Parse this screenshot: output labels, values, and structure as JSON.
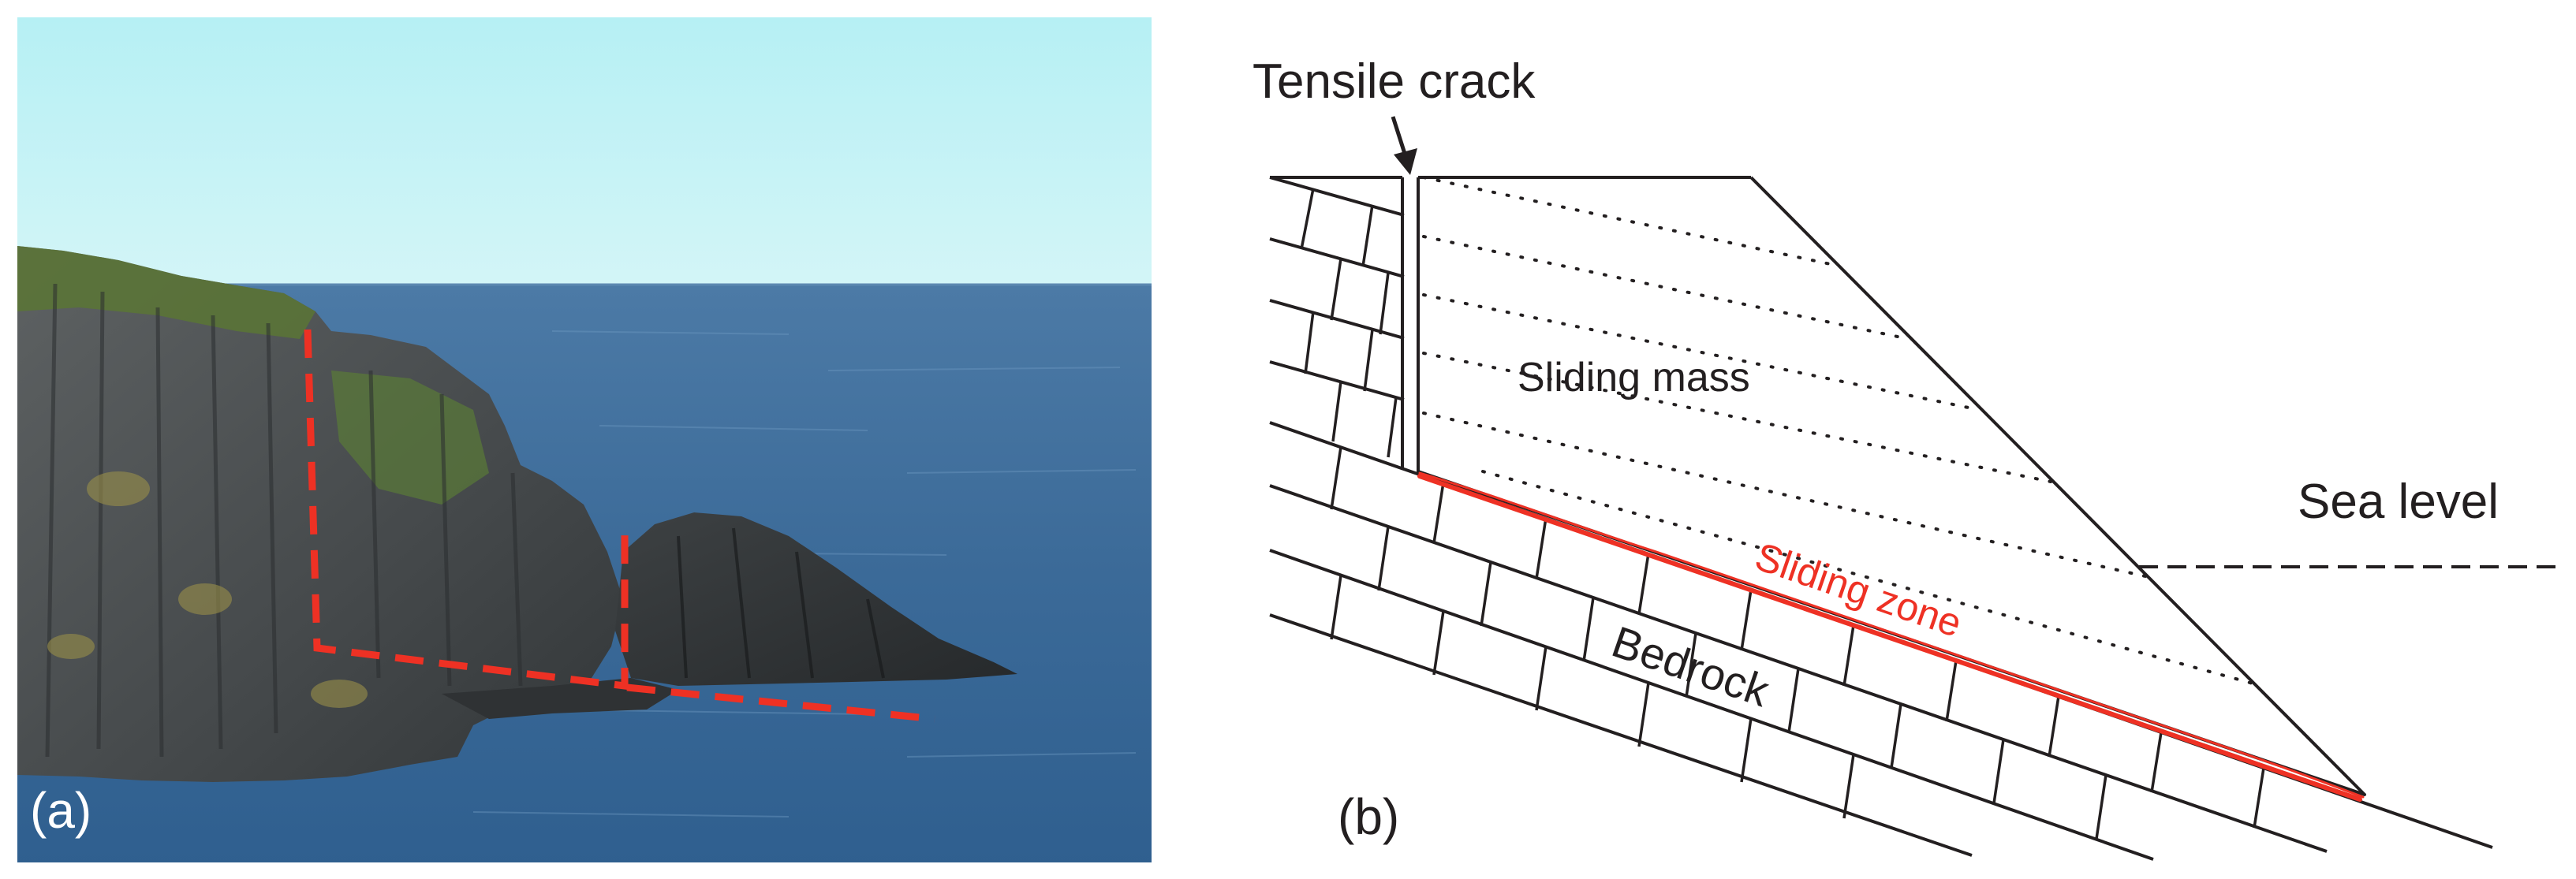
{
  "panels": {
    "a": {
      "label": "(a)"
    },
    "b": {
      "label": "(b)",
      "annotations": {
        "tensile_crack": "Tensile crack",
        "sliding_mass": "Sliding mass",
        "sliding_zone": "Sliding zone",
        "bedrock": "Bedrock",
        "sea_level": "Sea level"
      }
    }
  },
  "colors": {
    "sky_top": "#b9f1f4",
    "sea": "#3f6f9c",
    "rock": "#4f5254",
    "moss": "#5d7a37",
    "dashed_line": "#ee3124",
    "sliding_zone": "#ee3124",
    "ink": "#231f20"
  }
}
